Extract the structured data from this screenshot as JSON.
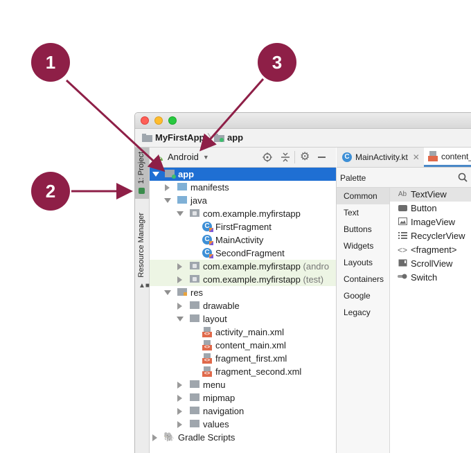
{
  "colors": {
    "callout": "#8e1f47",
    "selection": "#1f6fd3",
    "test_highlight": "#edf5e4"
  },
  "callouts": [
    "1",
    "2",
    "3"
  ],
  "window": {
    "breadcrumb": [
      "MyFirstApp",
      "app"
    ],
    "tool_strip": {
      "project_tab": "1: Project",
      "resource_manager_tab": "Resource Manager"
    },
    "project_view": {
      "selector": "Android"
    },
    "tree": [
      {
        "label": "app"
      },
      {
        "label": "manifests"
      },
      {
        "label": "java"
      },
      {
        "label": "com.example.myfirstapp"
      },
      {
        "label": "FirstFragment"
      },
      {
        "label": "MainActivity"
      },
      {
        "label": "SecondFragment"
      },
      {
        "label": "com.example.myfirstapp",
        "suffix": "(andro"
      },
      {
        "label": "com.example.myfirstapp",
        "suffix": "(test)"
      },
      {
        "label": "res"
      },
      {
        "label": "drawable"
      },
      {
        "label": "layout"
      },
      {
        "label": "activity_main.xml"
      },
      {
        "label": "content_main.xml"
      },
      {
        "label": "fragment_first.xml"
      },
      {
        "label": "fragment_second.xml"
      },
      {
        "label": "menu"
      },
      {
        "label": "mipmap"
      },
      {
        "label": "navigation"
      },
      {
        "label": "values"
      },
      {
        "label": "Gradle Scripts"
      }
    ],
    "editor_tabs": [
      "MainActivity.kt",
      "content_"
    ],
    "palette": {
      "title": "Palette",
      "categories": [
        "Common",
        "Text",
        "Buttons",
        "Widgets",
        "Layouts",
        "Containers",
        "Google",
        "Legacy"
      ],
      "widgets": [
        {
          "icon": "Ab",
          "label": "TextView"
        },
        {
          "icon": "button-icon",
          "label": "Button"
        },
        {
          "icon": "image-icon",
          "label": "ImageView"
        },
        {
          "icon": "list-icon",
          "label": "RecyclerView"
        },
        {
          "icon": "code-icon",
          "label": "<fragment>"
        },
        {
          "icon": "scroll-icon",
          "label": "ScrollView"
        },
        {
          "icon": "switch-icon",
          "label": "Switch"
        }
      ]
    }
  }
}
